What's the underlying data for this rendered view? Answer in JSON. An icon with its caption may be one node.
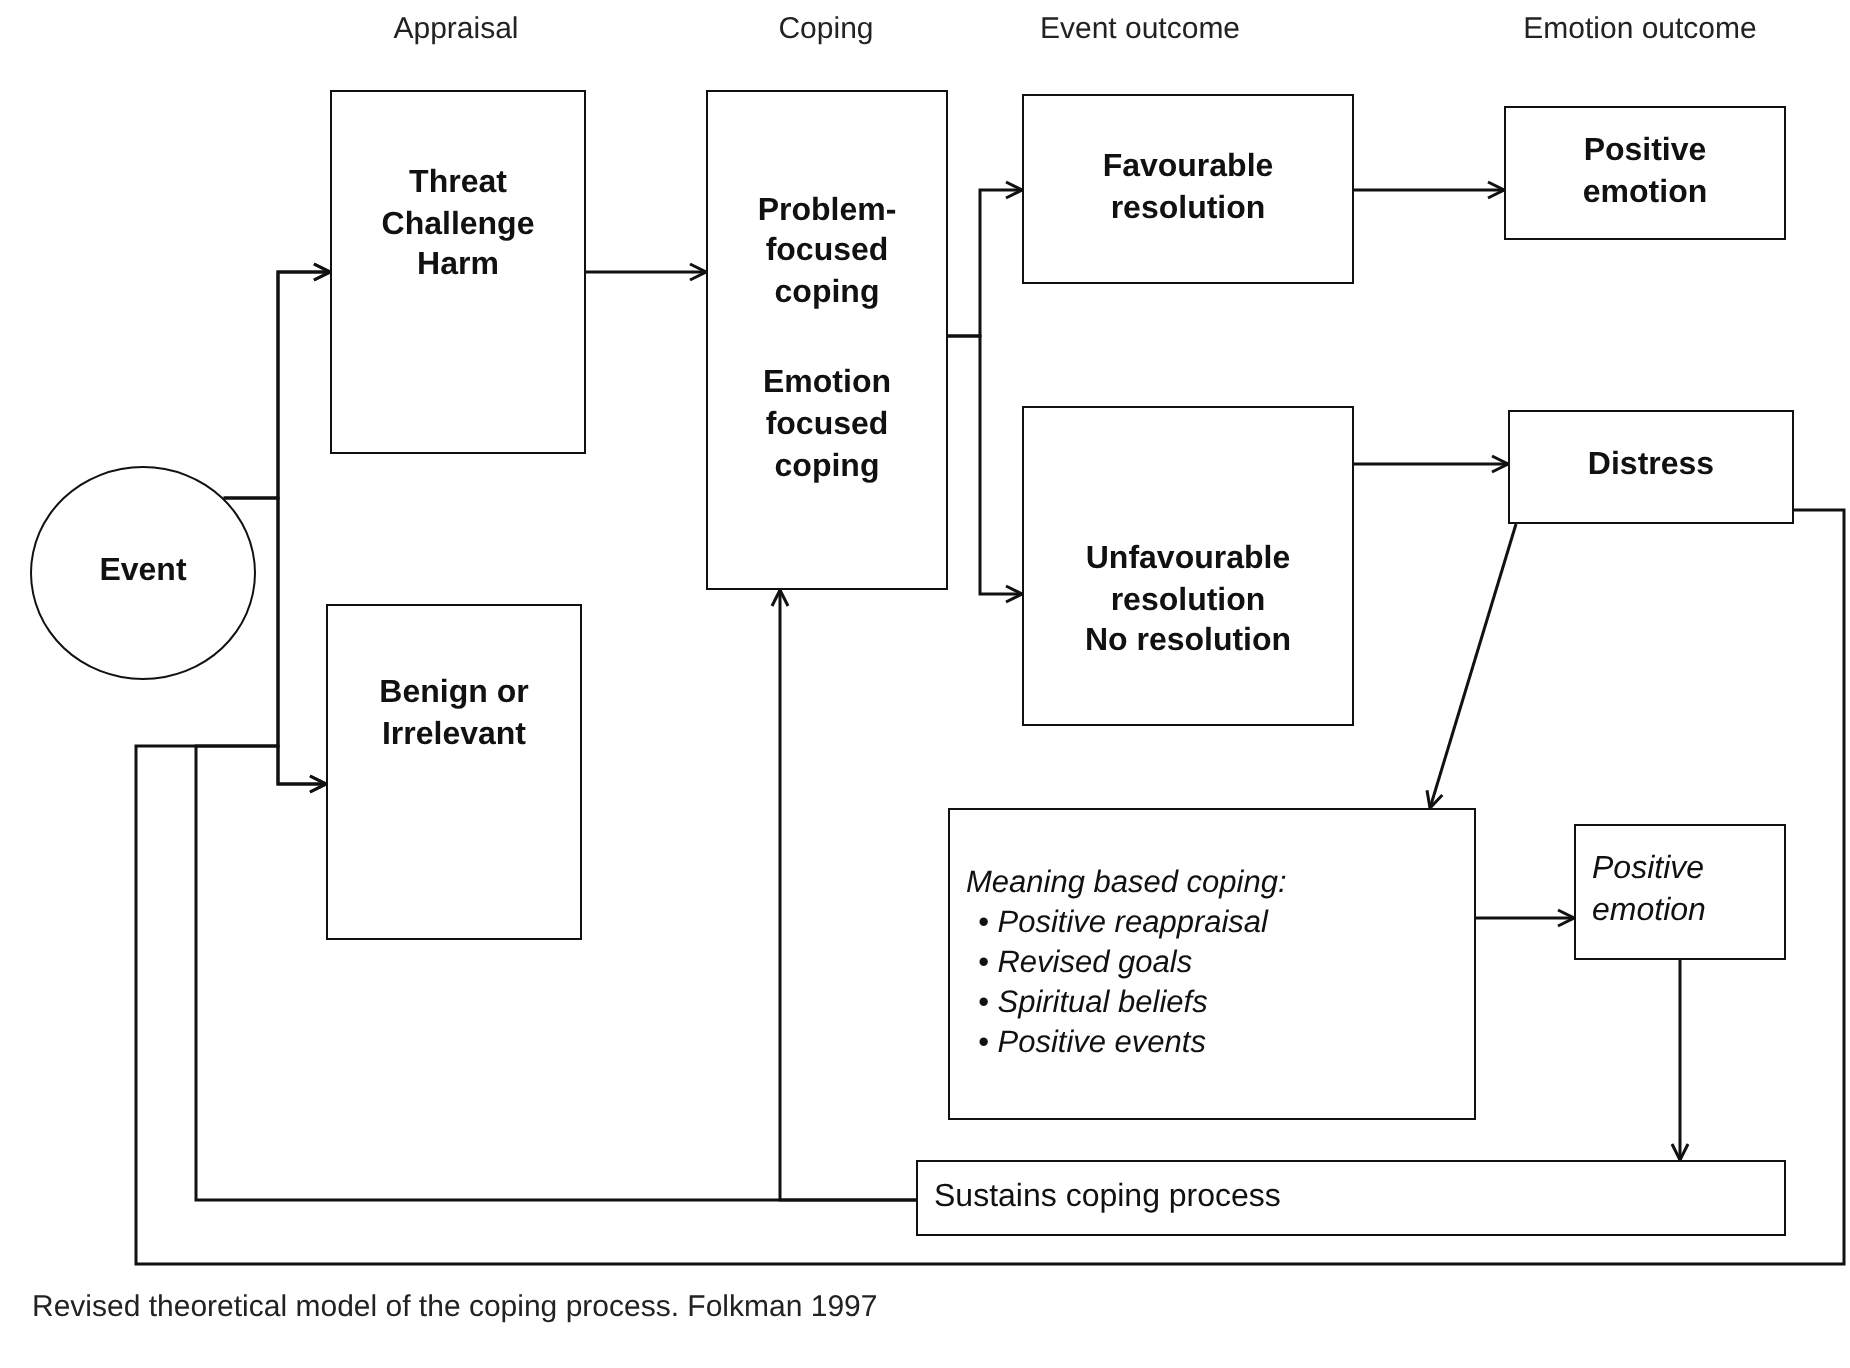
{
  "diagram": {
    "caption": "Revised theoretical model of the coping process. Folkman 1997",
    "nodes": [
      {
        "text": [
          "Event"
        ]
      },
      {
        "text": [
          "Threat Challenge Harm"
        ]
      },
      {
        "text": [
          "Benign or Irrelevant"
        ]
      },
      {
        "text": [
          "Problem-focused coping",
          "Emotion focused coping"
        ]
      },
      {
        "text": [
          "Favourable resolution"
        ]
      },
      {
        "text": [
          "Unfavourable resolution",
          "No resolution"
        ]
      },
      {
        "text": [
          "Positive emotion"
        ]
      },
      {
        "text": [
          "Distress"
        ]
      },
      {
        "text": [
          "Meaning based coping:",
          "• Positive reappraisal",
          "• Revised goals",
          "• Spiritual beliefs",
          "• Positive events"
        ]
      },
      {
        "text": [
          "Positive emotion"
        ]
      },
      {
        "text": [
          "Sustains coping process"
        ]
      }
    ],
    "edges": [
      {
        "from": 0,
        "to": 1,
        "arrow": "to"
      },
      {
        "from": 0,
        "to": 2,
        "arrow": "to"
      },
      {
        "from": 1,
        "to": 3,
        "arrow": "to"
      },
      {
        "from": 3,
        "to": 4,
        "arrow": "to"
      },
      {
        "from": 3,
        "to": 5,
        "arrow": "to"
      },
      {
        "from": 4,
        "to": 6,
        "arrow": "to"
      },
      {
        "from": 5,
        "to": 7,
        "arrow": "to"
      },
      {
        "from": 7,
        "to": 8,
        "arrow": "to"
      },
      {
        "from": 8,
        "to": 9,
        "arrow": "to"
      },
      {
        "from": 9,
        "to": 10,
        "arrow": "to"
      },
      {
        "from": 10,
        "to": 3,
        "arrow": "to"
      },
      {
        "from": 10,
        "to": 2,
        "arrow": "to"
      },
      {
        "from": 7,
        "to": 1,
        "arrow": "to"
      }
    ],
    "labels": [
      "Appraisal",
      "Coping",
      "Event outcome",
      "Emotion outcome"
    ]
  }
}
